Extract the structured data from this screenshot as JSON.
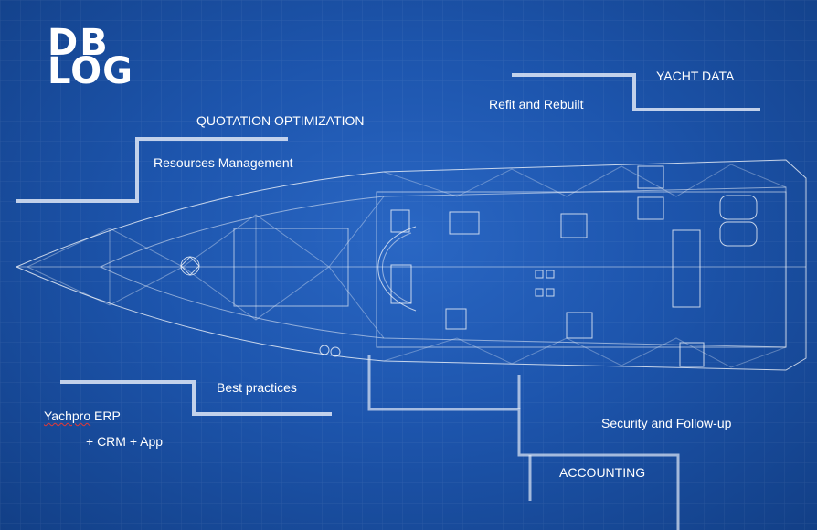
{
  "logo": {
    "line1": "DB",
    "line2": "LOG"
  },
  "labels": {
    "quotation": "QUOTATION OPTIMIZATION",
    "resources": "Resources Management",
    "yacht_data": "YACHT DATA",
    "refit": "Refit and Rebuilt",
    "best_practices": "Best practices",
    "erp_name": "Yachpro",
    "erp_suffix": " ERP",
    "crm": "+ CRM + App",
    "security": "Security and Follow-up",
    "accounting": "ACCOUNTING"
  },
  "colors": {
    "background": "#1d55ad",
    "line": "#ffffff",
    "text": "#ffffff"
  }
}
